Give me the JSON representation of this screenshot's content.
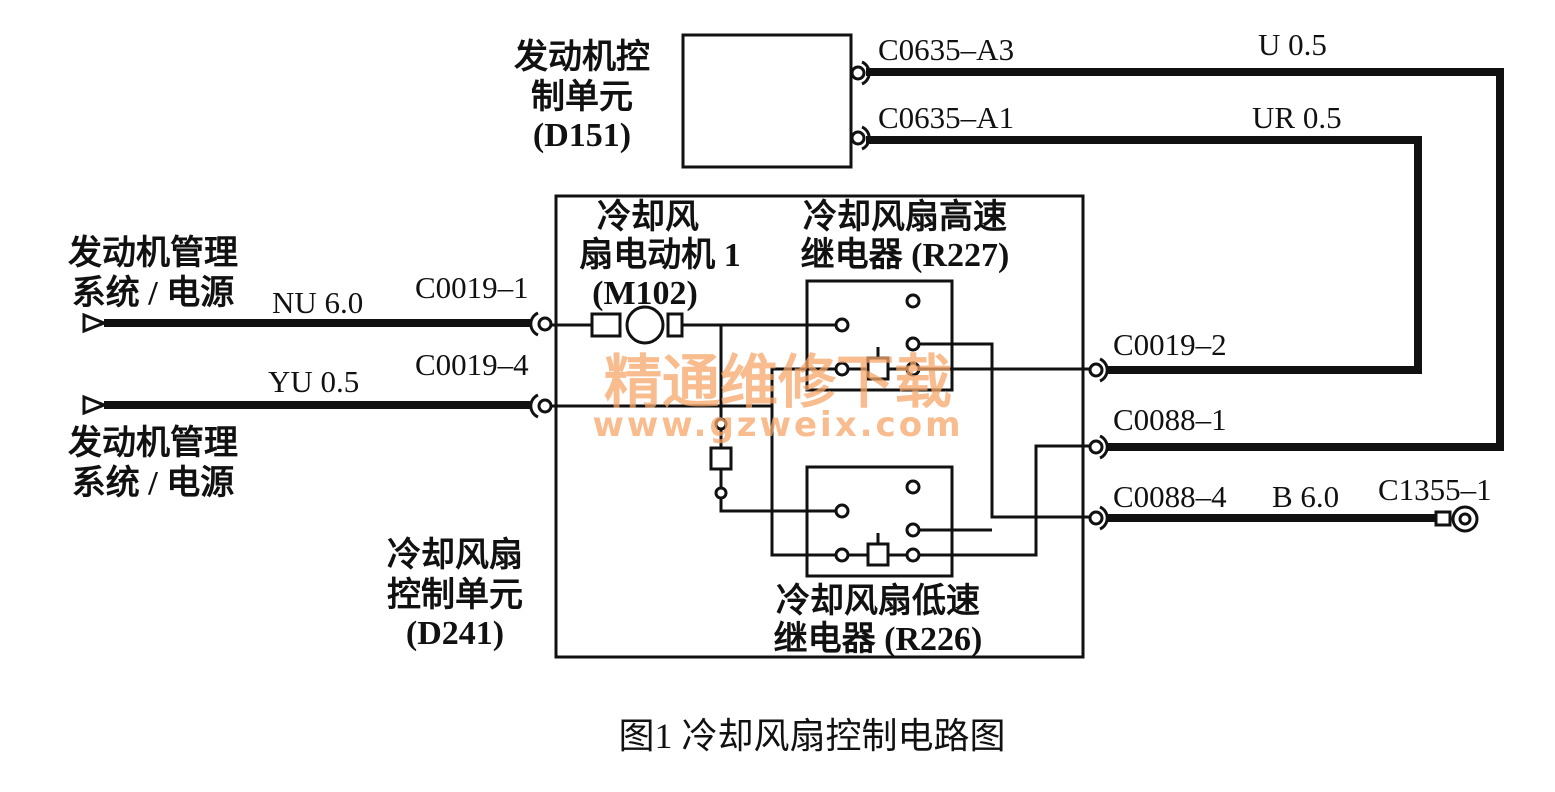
{
  "ecu": {
    "lines": [
      "发动机控",
      "制单元",
      "(D151)"
    ]
  },
  "ecu_pins": [
    "C0635–A3",
    "C0635–A1"
  ],
  "wires": {
    "u": "U 0.5",
    "ur": "UR 0.5",
    "nu": "NU 6.0",
    "yu": "YU 0.5",
    "b": "B 6.0"
  },
  "left_sources": [
    {
      "lines": [
        "发动机管理",
        "系统 / 电源"
      ]
    },
    {
      "lines": [
        "发动机管理",
        "系统 / 电源"
      ]
    }
  ],
  "fan_ecu_pins": {
    "c0019_1": "C0019–1",
    "c0019_4": "C0019–4",
    "c0019_2": "C0019–2",
    "c0088_1": "C0088–1",
    "c0088_4": "C0088–4"
  },
  "ground_pin": "C1355–1",
  "motor": {
    "lines": [
      "冷却风",
      "扇电动机 1",
      "(M102)"
    ]
  },
  "high_relay": {
    "lines": [
      "冷却风扇高速",
      "继电器 (R227)"
    ]
  },
  "low_relay": {
    "lines": [
      "冷却风扇低速",
      "继电器 (R226)"
    ]
  },
  "fan_ecu": {
    "lines": [
      "冷却风扇",
      "控制单元",
      "(D241)"
    ]
  },
  "watermark": {
    "cn": "精通维修下载",
    "url": "www.gzweix.com"
  },
  "caption": "图1   冷却风扇控制电路图"
}
